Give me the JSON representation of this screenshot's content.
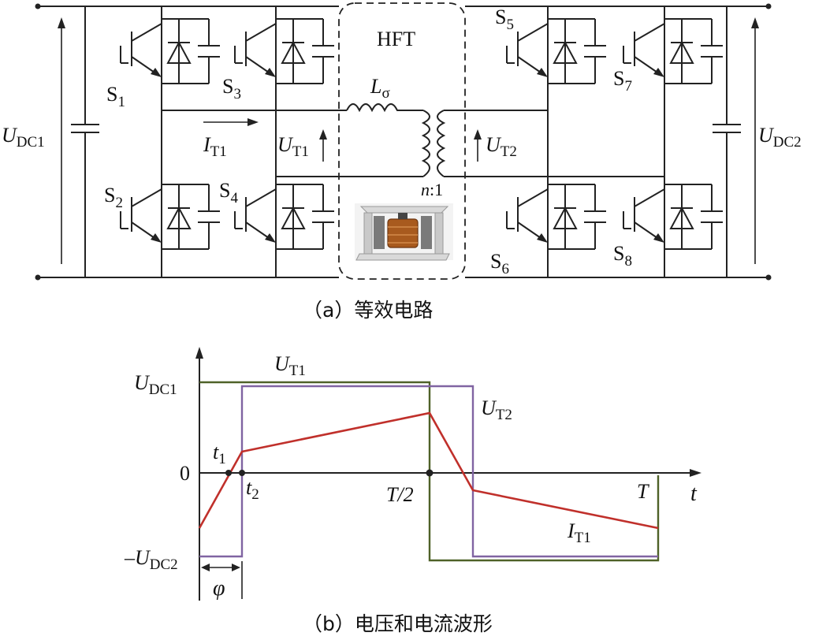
{
  "circuit": {
    "transformer_label": "HFT",
    "leak_inductor": {
      "base": "L",
      "sub": "σ"
    },
    "turns_ratio": {
      "n": "n",
      "rest": ":1"
    },
    "dc_left": {
      "base": "U",
      "sub": "DC1"
    },
    "dc_right": {
      "base": "U",
      "sub": "DC2"
    },
    "current": {
      "base": "I",
      "sub": "T1"
    },
    "ut1": {
      "base": "U",
      "sub": "T1"
    },
    "ut2": {
      "base": "U",
      "sub": "T2"
    },
    "switches": [
      {
        "base": "S",
        "sub": "1"
      },
      {
        "base": "S",
        "sub": "2"
      },
      {
        "base": "S",
        "sub": "3"
      },
      {
        "base": "S",
        "sub": "4"
      },
      {
        "base": "S",
        "sub": "5"
      },
      {
        "base": "S",
        "sub": "6"
      },
      {
        "base": "S",
        "sub": "7"
      },
      {
        "base": "S",
        "sub": "8"
      }
    ],
    "caption": "（a）等效电路"
  },
  "waveform": {
    "caption": "（b）电压和电流波形",
    "y_pos": {
      "base": "U",
      "sub": "DC1"
    },
    "y_neg": {
      "base": "–U",
      "sub": "DC2"
    },
    "y_zero": "0",
    "t_axis": "t",
    "t1": {
      "base": "t",
      "sub": "1"
    },
    "t2": {
      "base": "t",
      "sub": "2"
    },
    "half": "T/2",
    "period": "T",
    "phi": "φ",
    "ut1_label": {
      "base": "U",
      "sub": "T1"
    },
    "ut2_label": {
      "base": "U",
      "sub": "T2"
    },
    "it1_label": {
      "base": "I",
      "sub": "T1"
    },
    "colors": {
      "ut1": "#4f6228",
      "ut2": "#8064a2",
      "it1": "#c0302b"
    }
  }
}
